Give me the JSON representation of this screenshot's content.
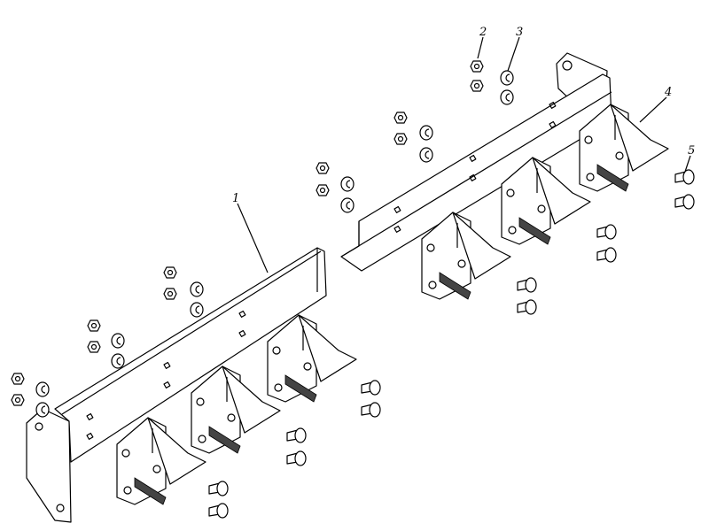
{
  "callouts": [
    {
      "id": "1",
      "text": "1",
      "part": "mounting-bar"
    },
    {
      "id": "2",
      "text": "2",
      "part": "nut"
    },
    {
      "id": "3",
      "text": "3",
      "part": "spring-washer"
    },
    {
      "id": "4",
      "text": "4",
      "part": "bracket"
    },
    {
      "id": "5",
      "text": "5",
      "part": "bolt"
    }
  ]
}
